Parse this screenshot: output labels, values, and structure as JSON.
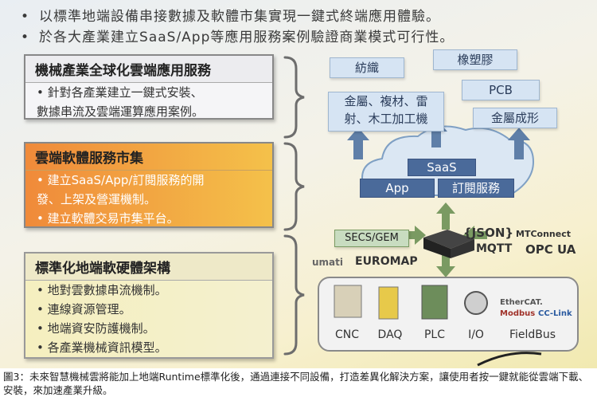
{
  "bullets": [
    "以標準地端設備串接數據及軟體市集實現一鍵式終端應用體驗。",
    "於各大產業建立SaaS/App等應用服務案例驗證商業模式可行性。"
  ],
  "panels": {
    "p1": {
      "title": "機械產業全球化雲端應用服務",
      "items": [
        "• 針對各產業建立一鍵式安裝、",
        "  數據串流及雲端運算應用案例。"
      ]
    },
    "p2": {
      "title": "雲端軟體服務市集",
      "items": [
        "• 建立SaaS/App/訂閱服務的開",
        "  發、上架及營運機制。",
        "• 建立軟體交易市集平台。"
      ]
    },
    "p3": {
      "title": "標準化地端軟硬體架構",
      "items": [
        "• 地對雲數據串流機制。",
        "• 連線資源管理。",
        "• 地端資安防護機制。",
        "• 各產業機械資訊模型。"
      ]
    }
  },
  "industries": {
    "textile": "紡織",
    "plastic": "橡塑膠",
    "pcb": "PCB",
    "metal_line1": "金屬、複材、雷",
    "metal_line2": "射、木工加工機",
    "metal_forming": "金屬成形"
  },
  "cloud": {
    "saas": "SaaS",
    "app": "App",
    "subscription": "訂閱服務"
  },
  "protocols": {
    "secs": "SECS/GEM",
    "umati": "umati",
    "euromap": "EUROMAP",
    "json": "{JSON}",
    "mtconnect": "MTConnect",
    "mqtt": "MQTT",
    "opcua": "OPC UA"
  },
  "devices": [
    "CNC",
    "DAQ",
    "PLC",
    "I/O",
    "FieldBus"
  ],
  "fieldbus_logos": {
    "ethercat": "EtherCAT.",
    "modbus": "Modbus",
    "cclink": "CC-Link"
  },
  "caption": "圖3：未來智慧機械雲將能加上地端Runtime標準化後，通過連接不同設備，打造差異化解決方案，讓使用者按一鍵就能從雲端下載、安裝，來加速產業升級。",
  "colors": {
    "cloud_box": "#4a6a9a",
    "industry_box": "#d6e4f3",
    "arrow": "#5f7fa8",
    "panel2": "#f08a3a"
  }
}
